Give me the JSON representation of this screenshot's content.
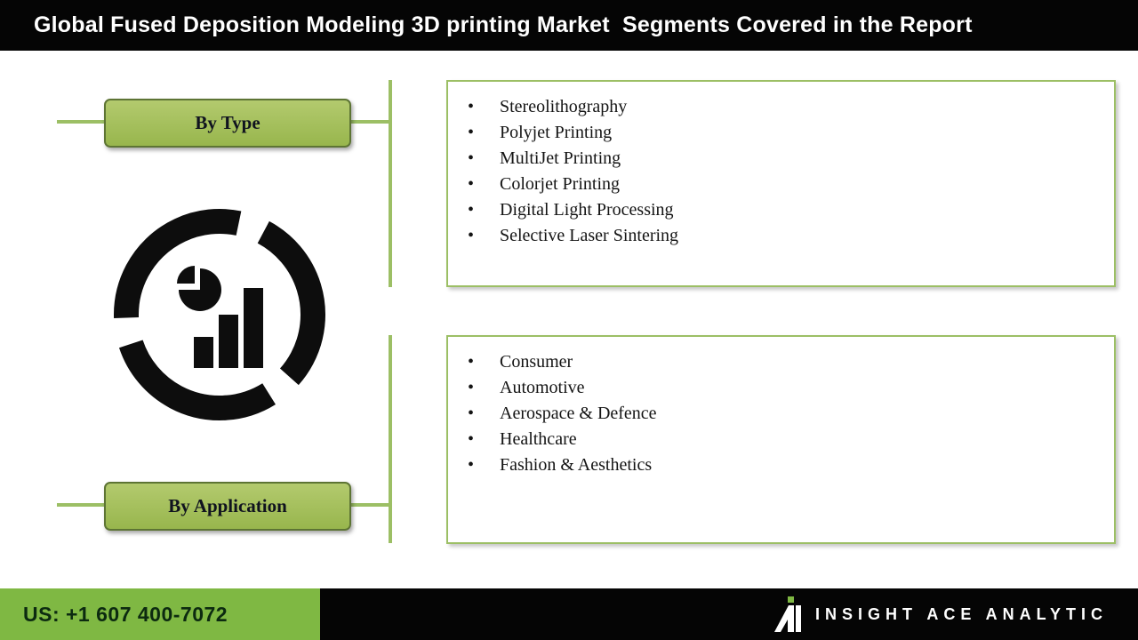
{
  "header": {
    "title": "Global Fused Deposition Modeling 3D printing Market  Segments Covered in the Report"
  },
  "segments": [
    {
      "label": "By Type",
      "items": [
        "Stereolithography",
        "Polyjet Printing",
        "MultiJet Printing",
        "Colorjet Printing",
        "Digital Light Processing",
        "Selective Laser Sintering"
      ]
    },
    {
      "label": "By Application",
      "items": [
        "Consumer",
        "Automotive",
        "Aerospace & Defence",
        "Healthcare",
        "Fashion & Aesthetics"
      ]
    }
  ],
  "footer": {
    "phone": "US: +1 607 400-7072",
    "brand": "INSIGHT ACE ANALYTIC"
  },
  "icons": {
    "center": "analytics-donut-chart-icon",
    "logo": "insight-ace-logo-icon"
  },
  "colors": {
    "banner_black": "#050505",
    "pill_green": "#98b64d",
    "pill_border": "#5d7434",
    "box_border_green": "#9cbf65",
    "connector_green": "#9cbf65",
    "footer_green": "#7fb843",
    "icon_black": "#0d0d0d",
    "text_dark": "#141414"
  }
}
